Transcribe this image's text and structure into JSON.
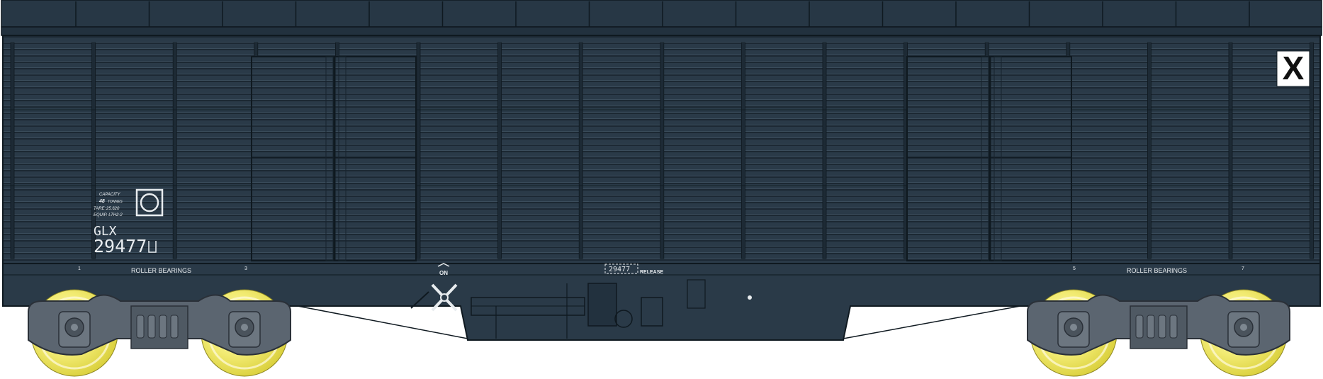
{
  "car": {
    "reporting_mark": "GLX",
    "number": "29477",
    "capacity_label": "CAPACITY",
    "capacity_value": "48",
    "capacity_unit": "TONNES",
    "tare_label": "TARE:",
    "tare_value": "25.620",
    "equip_label": "EQUIP. LTH.:",
    "equip_value": "2-2",
    "end_marker": "X"
  },
  "markings": {
    "roller_bearings_left": "ROLLER BEARINGS",
    "roller_bearings_right": "ROLLER BEARINGS",
    "axle_1": "1",
    "axle_3": "3",
    "axle_5": "5",
    "axle_7": "7",
    "release_number": "29477",
    "release_label": "RELEASE",
    "on_label": "ON"
  },
  "colors": {
    "body": "#2a3a48",
    "body_dark": "#1d2a35",
    "outline": "#0f1920",
    "rib": "#3b4d5c",
    "truck": "#5b6570",
    "wheel": "#f2eb73",
    "wheel_light": "#fbf8c8",
    "label": "#e8ecef"
  }
}
